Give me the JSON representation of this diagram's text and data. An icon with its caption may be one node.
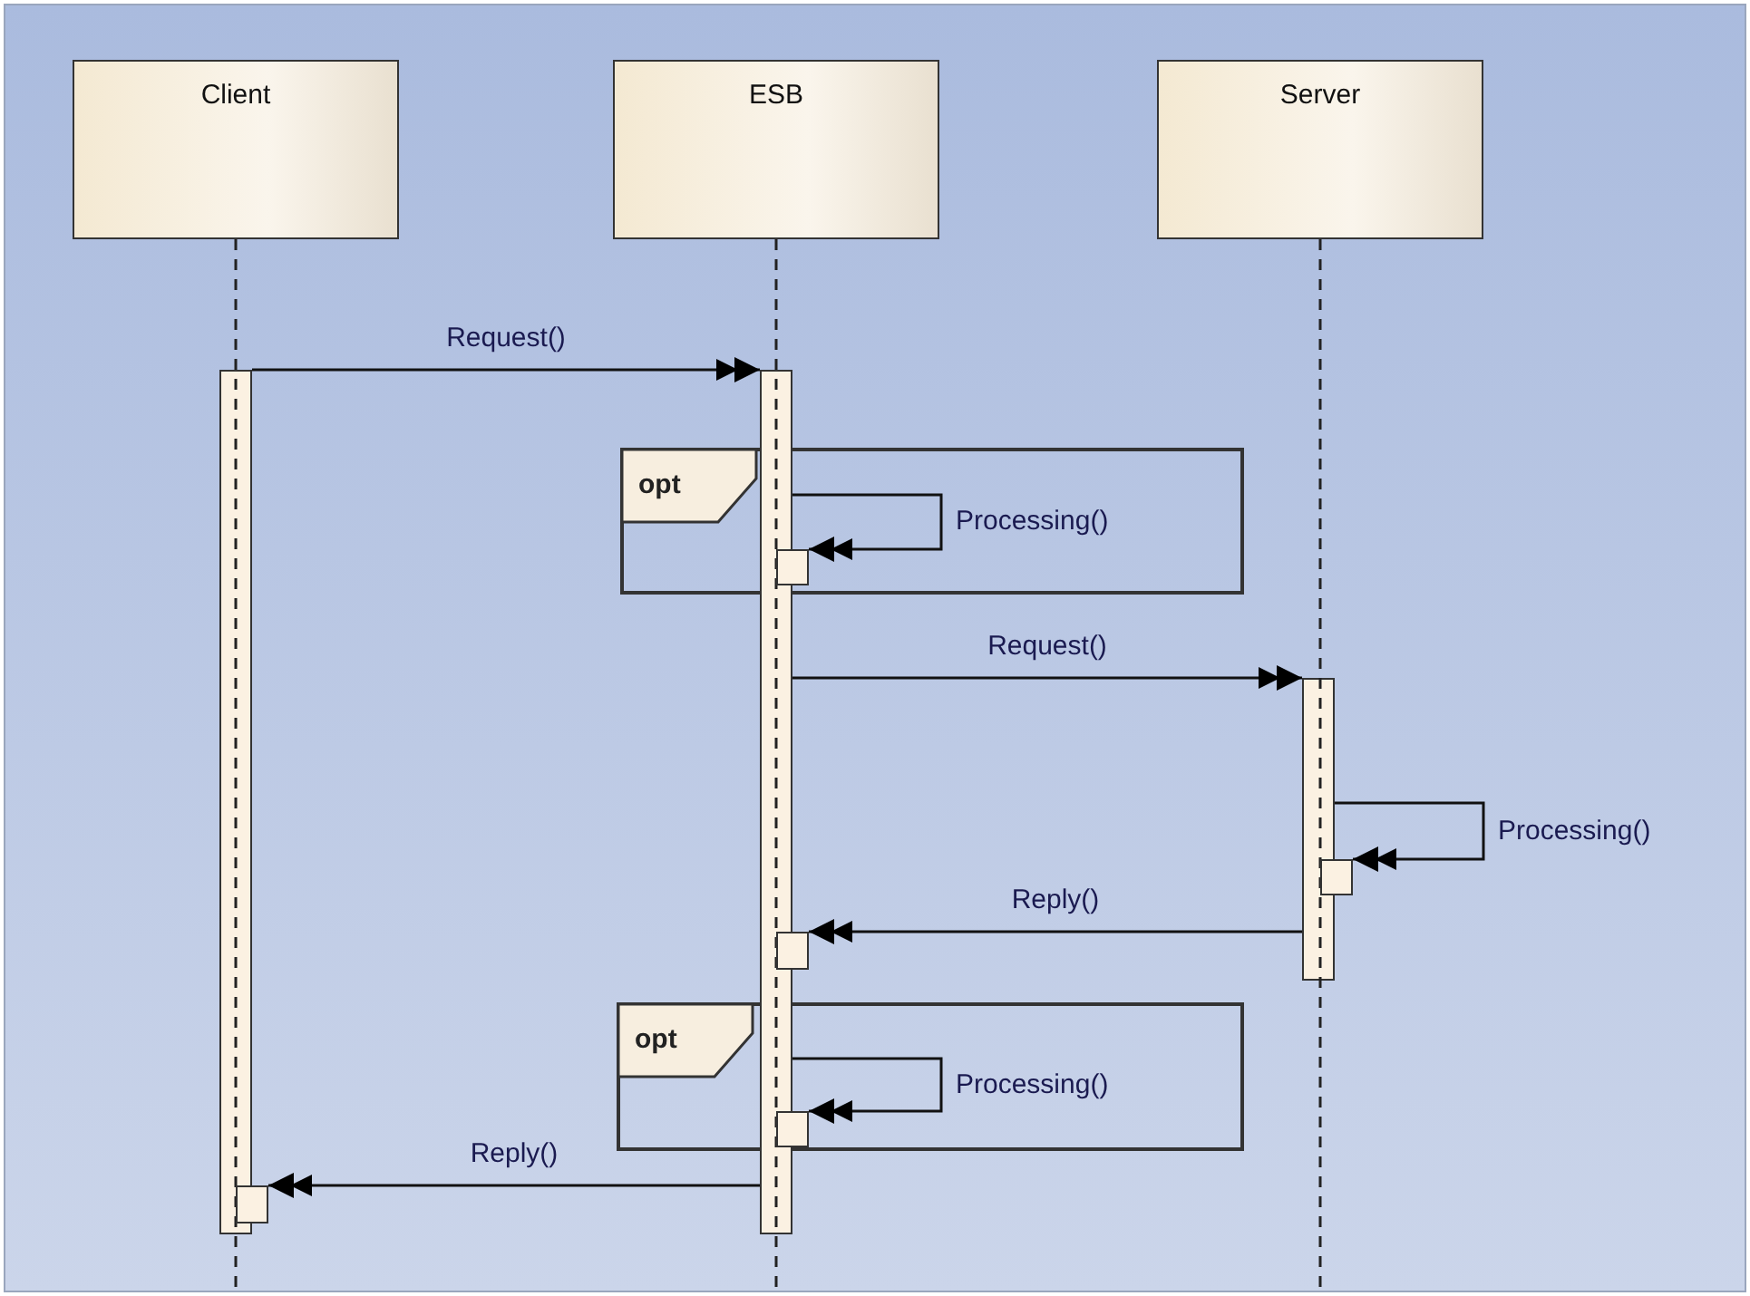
{
  "diagram": {
    "nodes": [
      {
        "text": [
          "Client"
        ]
      },
      {
        "text": [
          "ESB"
        ]
      },
      {
        "text": [
          "Server"
        ]
      },
      {
        "text": [
          "opt"
        ]
      },
      {
        "text": [
          "opt"
        ]
      },
      {
        "text": [],
        "shape": "bar"
      },
      {
        "text": [],
        "shape": "bar"
      },
      {
        "text": [],
        "shape": "bar"
      },
      {
        "text": [],
        "shape": "box",
        "in": 3
      },
      {
        "text": [],
        "shape": "box"
      },
      {
        "text": [],
        "shape": "box"
      },
      {
        "text": [],
        "shape": "box",
        "in": 4
      },
      {
        "text": [],
        "shape": "box"
      }
    ],
    "edges": [
      {
        "from": 5,
        "to": 6,
        "arrow": "to",
        "label": "Request()"
      },
      {
        "from": 6,
        "to": 8,
        "arrow": "to",
        "label": "Processing()"
      },
      {
        "from": 6,
        "to": 7,
        "arrow": "to",
        "label": "Request()"
      },
      {
        "from": 7,
        "to": 9,
        "arrow": "to",
        "label": "Processing()"
      },
      {
        "from": 7,
        "to": 10,
        "arrow": "to",
        "label": "Reply()"
      },
      {
        "from": 6,
        "to": 11,
        "arrow": "to",
        "label": "Processing()"
      },
      {
        "from": 6,
        "to": 12,
        "arrow": "to",
        "label": "Reply()"
      }
    ]
  }
}
